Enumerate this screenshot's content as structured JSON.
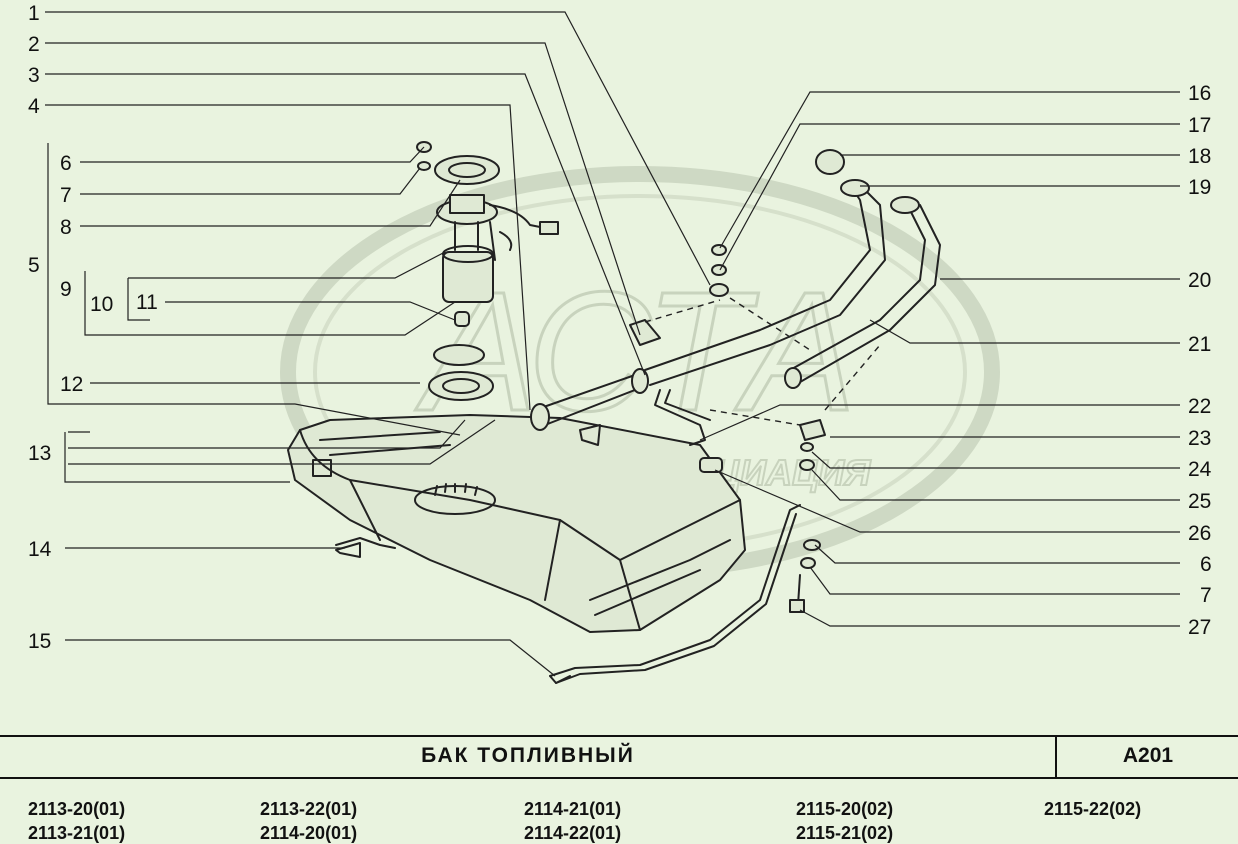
{
  "title": "БАК ТОПЛИВНЫЙ",
  "code": "A201",
  "watermark": "АСТА",
  "watermark_sub": "АССОЦИАЦИЯ",
  "callouts": {
    "c1": "1",
    "c2": "2",
    "c3": "3",
    "c4": "4",
    "c5": "5",
    "c6": "6",
    "c7": "7",
    "c8": "8",
    "c9": "9",
    "c10": "10",
    "c11": "11",
    "c12": "12",
    "c13": "13",
    "c14": "14",
    "c15": "15",
    "c16": "16",
    "c17": "17",
    "c18": "18",
    "c19": "19",
    "c20": "20",
    "c21": "21",
    "c22": "22",
    "c23": "23",
    "c24": "24",
    "c25": "25",
    "c26": "26",
    "c6b": "6",
    "c7b": "7",
    "c27": "27"
  },
  "models": [
    "2113-20(01)",
    "2113-21(01)",
    "2113-22(01)",
    "2114-20(01)",
    "2114-21(01)",
    "2114-22(01)",
    "2115-20(02)",
    "2115-21(02)",
    "2115-22(02)"
  ],
  "colors": {
    "background": "#e9f3df",
    "ink": "#111111",
    "watermark": "#c9d3bf"
  }
}
